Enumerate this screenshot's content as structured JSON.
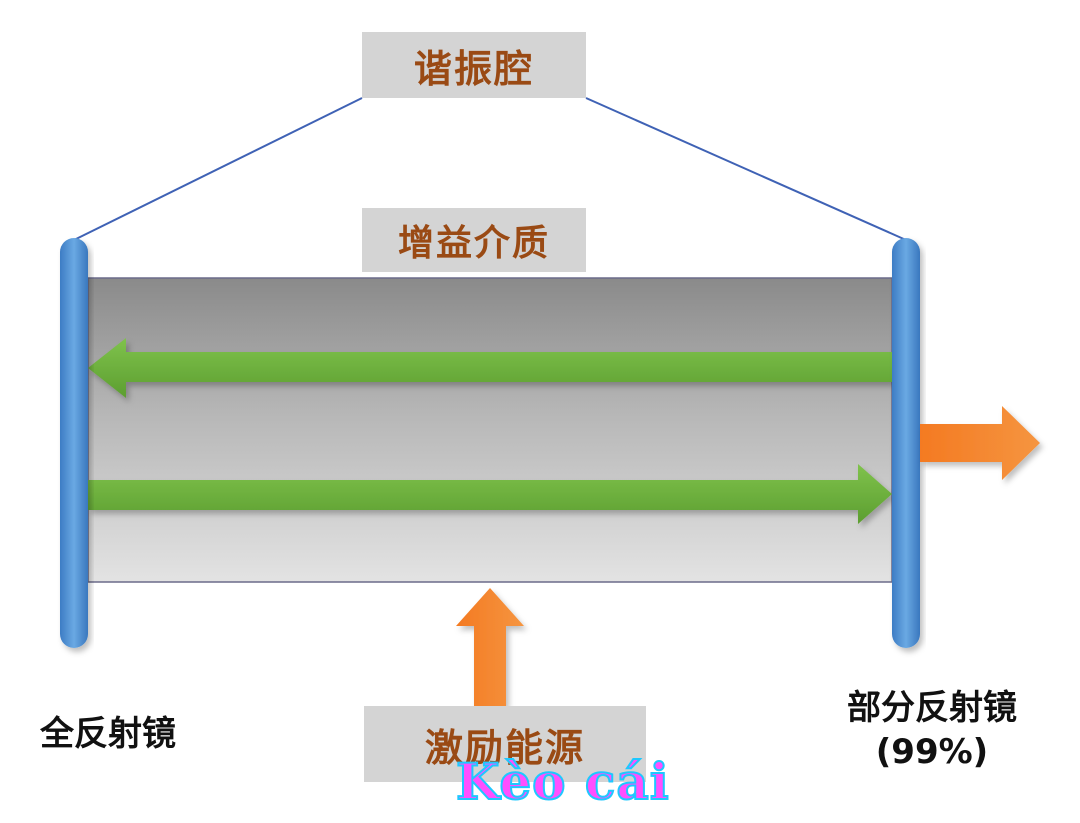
{
  "labels": {
    "cavity": "谐振腔",
    "gain_medium": "增益介质",
    "pump_source": "激励能源",
    "left_mirror": "全反射镜",
    "right_mirror_line1": "部分反射镜",
    "right_mirror_line2": "(99%)"
  },
  "overlay_text": "Kèo cái",
  "colors": {
    "mirror": "#4a8fd4",
    "beam": "#72b73f",
    "pump_arrow": "#f0802a",
    "label_text": "#9a4a14",
    "label_box": "#d4d4d4",
    "cavity_line": "#3f62b5"
  }
}
